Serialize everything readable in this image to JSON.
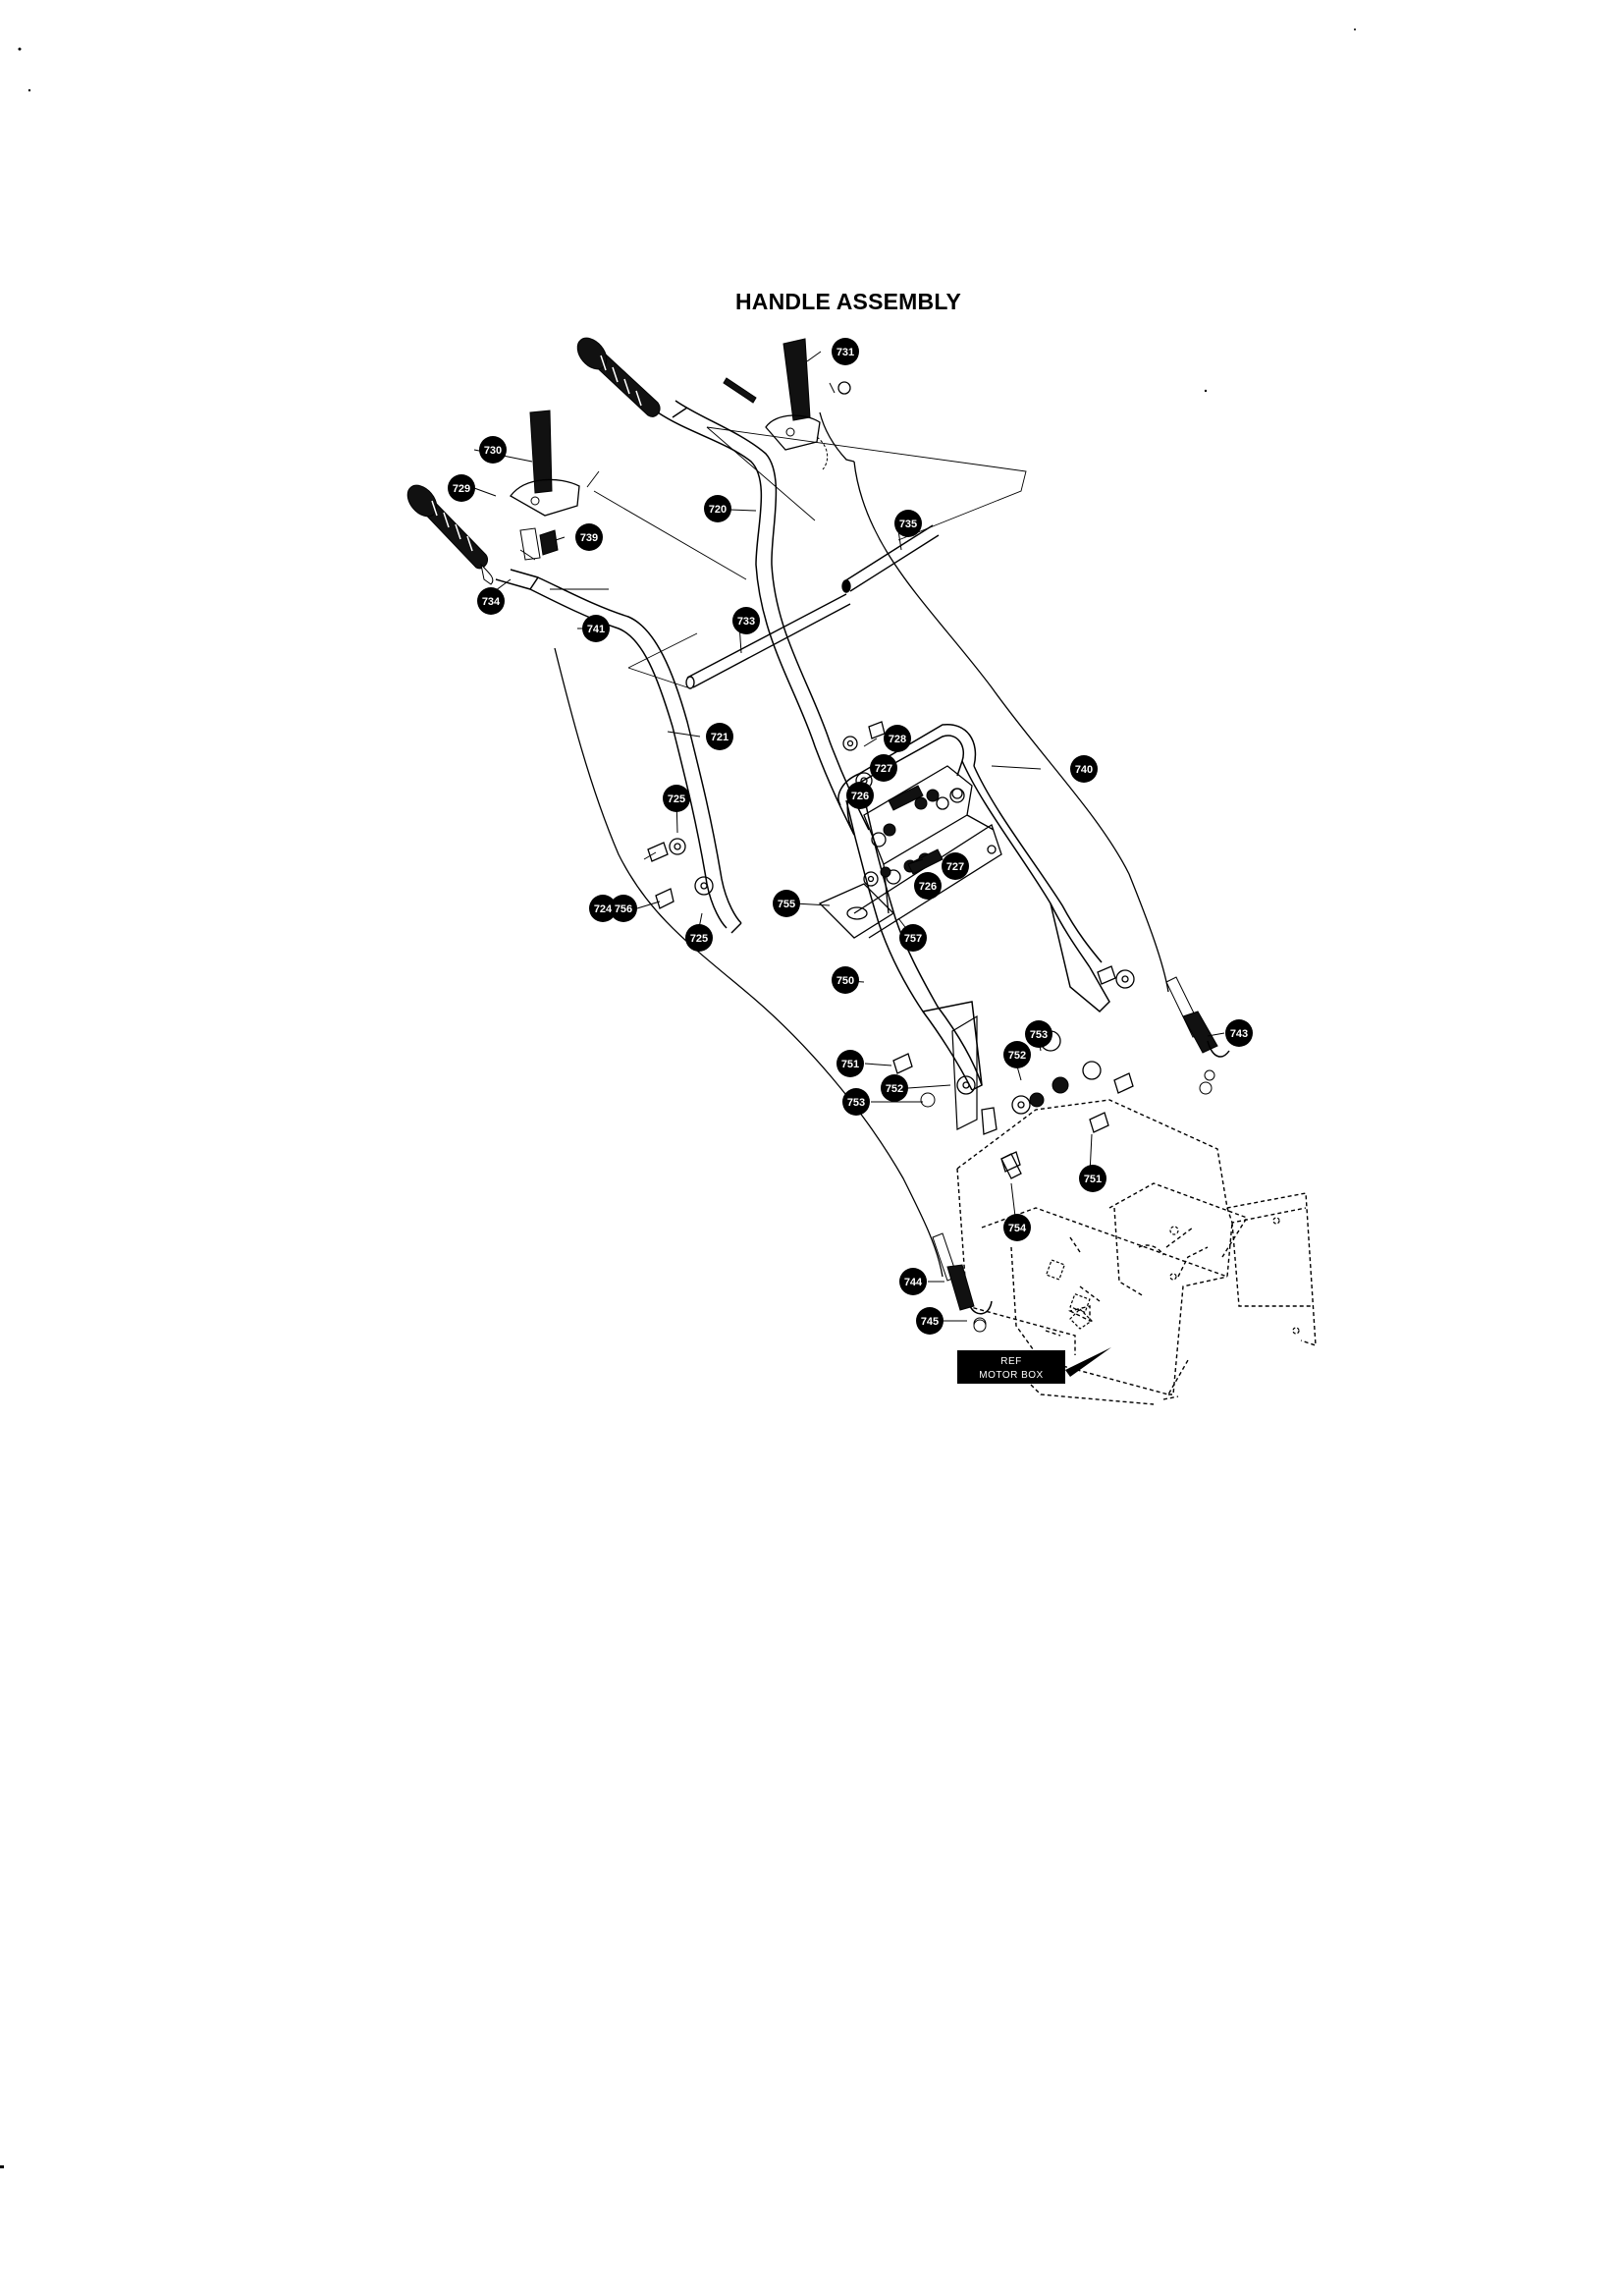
{
  "title": "HANDLE ASSEMBLY",
  "ref_label": {
    "line1": "REF",
    "line2": "MOTOR BOX"
  },
  "callouts": [
    "731",
    "730",
    "729",
    "739",
    "720",
    "735",
    "734",
    "741",
    "733",
    "721",
    "728",
    "740",
    "727",
    "726",
    "725",
    "724",
    "727",
    "726",
    "755",
    "757",
    "756",
    "725",
    "750",
    "743",
    "751",
    "752",
    "753",
    "752",
    "753",
    "751",
    "754",
    "744",
    "745"
  ],
  "colors": {
    "ink": "#000000",
    "paper": "#ffffff"
  }
}
